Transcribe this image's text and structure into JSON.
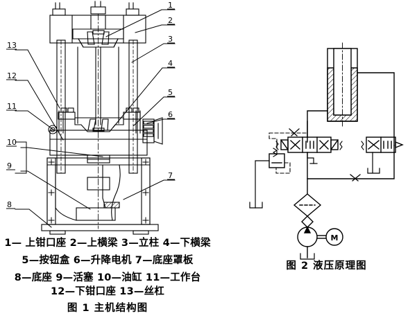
{
  "document": {
    "type": "technical-figure-page",
    "language": "zh-CN",
    "background_color": "#ffffff",
    "line_color": "#000000"
  },
  "figure1": {
    "id": "fig-1",
    "title": "图 1   主机结构图",
    "title_number": "图 1",
    "title_text": "主机结构图",
    "description": "主机结构图 - machine main structure assembly drawing",
    "callout_numbers": [
      "1",
      "2",
      "3",
      "4",
      "5",
      "6",
      "7",
      "8",
      "9",
      "10",
      "11",
      "12",
      "13"
    ],
    "callouts": [
      {
        "num": "1",
        "label": "上钳口座"
      },
      {
        "num": "2",
        "label": "上横梁"
      },
      {
        "num": "3",
        "label": "立柱"
      },
      {
        "num": "4",
        "label": "下横梁"
      },
      {
        "num": "5",
        "label": "按钮盒"
      },
      {
        "num": "6",
        "label": "升降电机"
      },
      {
        "num": "7",
        "label": "底座罩板"
      },
      {
        "num": "8",
        "label": "底座"
      },
      {
        "num": "9",
        "label": "活塞"
      },
      {
        "num": "10",
        "label": "油缸"
      },
      {
        "num": "11",
        "label": "工作台"
      },
      {
        "num": "12",
        "label": "下钳口座"
      },
      {
        "num": "13",
        "label": "丝杠"
      }
    ],
    "legend_lines": [
      "1— 上钳口座 2—上横梁 3—立柱 4—下横梁",
      "5—按钮盒 6—升降电机 7—底座罩板",
      "8—底座 9—活塞 10—油缸 11—工作台",
      "12—下钳口座 13—丝杠"
    ]
  },
  "figure2": {
    "id": "fig-2",
    "title": "图 2   液压原理图",
    "title_number": "图 2",
    "title_text": "液压原理图",
    "description": "液压原理图 - hydraulic schematic diagram",
    "components": [
      {
        "name": "hydraulic-cylinder",
        "symbol": "cylinder",
        "label": ""
      },
      {
        "name": "directional-control-valve-4-3",
        "symbol": "4/3-way-valve",
        "label": ""
      },
      {
        "name": "directional-control-valve-2-2",
        "symbol": "2/2-way-valve",
        "label": ""
      },
      {
        "name": "relief-valve",
        "symbol": "pressure-relief-valve",
        "label": ""
      },
      {
        "name": "filter",
        "symbol": "filter-diamond",
        "label": ""
      },
      {
        "name": "check-valve",
        "symbol": "check-valve",
        "label": ""
      },
      {
        "name": "hydraulic-pump",
        "symbol": "pump-circle",
        "label": ""
      },
      {
        "name": "electric-motor",
        "symbol": "motor-circle",
        "label": "M"
      },
      {
        "name": "reservoir-tank",
        "symbol": "tank",
        "label": ""
      },
      {
        "name": "throttle-restrictor",
        "symbol": "restriction",
        "label": ""
      }
    ],
    "motor_label": "M"
  }
}
